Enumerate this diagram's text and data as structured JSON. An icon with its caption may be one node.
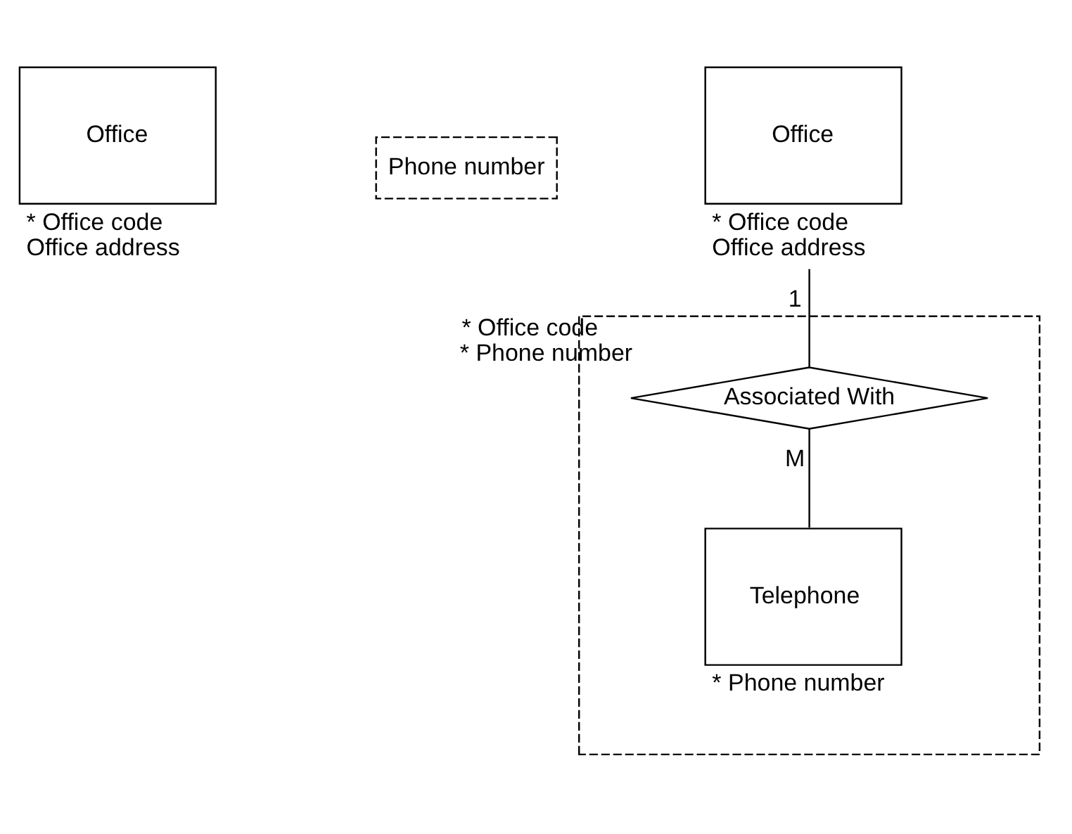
{
  "diagram": {
    "nodes": [
      {
        "text": [
          "Office"
        ],
        "beside": [
          "* Office code",
          "Office address"
        ]
      },
      {
        "text": [
          "Phone number"
        ]
      },
      {
        "text": [
          "Office"
        ],
        "beside": [
          "* Office code",
          "Office address"
        ]
      },
      {
        "text": [],
        "shape": "box"
      },
      {
        "text": [
          "Associated With"
        ],
        "in": 3,
        "beside": [
          "* Office code",
          "* Phone number"
        ]
      },
      {
        "text": [
          "Telephone"
        ],
        "in": 3,
        "beside": [
          "* Phone number"
        ]
      }
    ],
    "edges": [
      {
        "from": 2,
        "to": 4,
        "arrow": "none",
        "label": "1"
      },
      {
        "from": 4,
        "to": 5,
        "arrow": "none",
        "label": "M"
      }
    ]
  }
}
